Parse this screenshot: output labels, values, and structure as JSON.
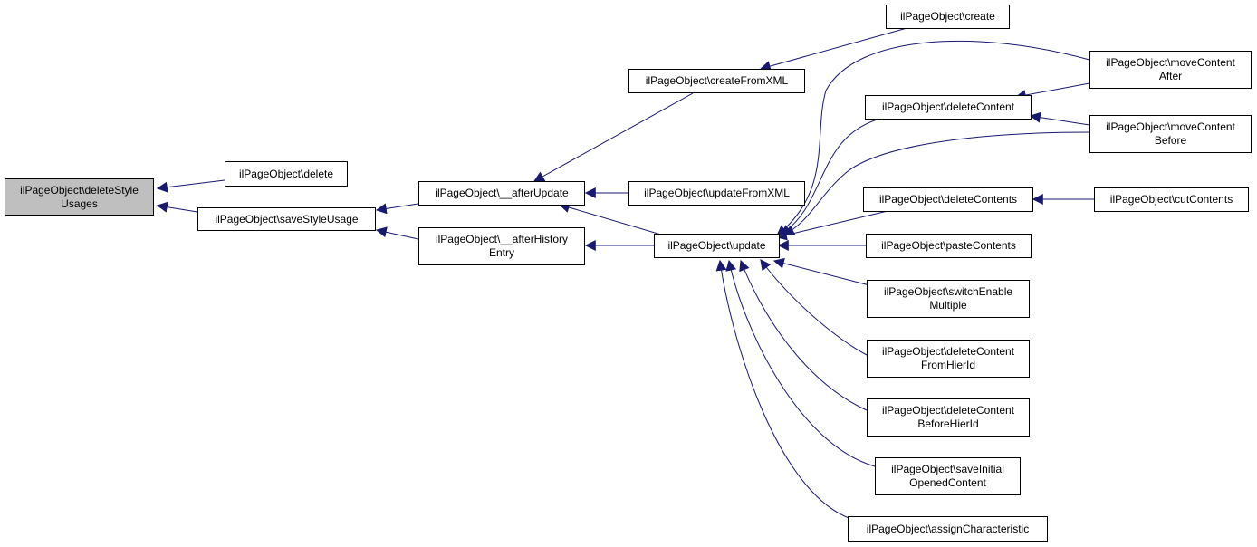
{
  "colors": {
    "edge": "#191970",
    "root_fill": "#bfbfbf",
    "node_fill": "#ffffff",
    "border": "#000000"
  },
  "nodes": {
    "deleteStyleUsages": [
      "ilPageObject\\deleteStyle",
      "Usages"
    ],
    "delete": [
      "ilPageObject\\delete"
    ],
    "saveStyleUsage": [
      "ilPageObject\\saveStyleUsage"
    ],
    "afterUpdate": [
      "ilPageObject\\__afterUpdate"
    ],
    "afterHistoryEntry": [
      "ilPageObject\\__afterHistory",
      "Entry"
    ],
    "createFromXML": [
      "ilPageObject\\createFromXML"
    ],
    "updateFromXML": [
      "ilPageObject\\updateFromXML"
    ],
    "update": [
      "ilPageObject\\update"
    ],
    "create": [
      "ilPageObject\\create"
    ],
    "deleteContent": [
      "ilPageObject\\deleteContent"
    ],
    "moveContentAfter": [
      "ilPageObject\\moveContent",
      "After"
    ],
    "moveContentBefore": [
      "ilPageObject\\moveContent",
      "Before"
    ],
    "deleteContents": [
      "ilPageObject\\deleteContents"
    ],
    "cutContents": [
      "ilPageObject\\cutContents"
    ],
    "pasteContents": [
      "ilPageObject\\pasteContents"
    ],
    "switchEnableMultiple": [
      "ilPageObject\\switchEnable",
      "Multiple"
    ],
    "deleteContentFromHierId": [
      "ilPageObject\\deleteContent",
      "FromHierId"
    ],
    "deleteContentBeforeHierId": [
      "ilPageObject\\deleteContent",
      "BeforeHierId"
    ],
    "saveInitialOpenedContent": [
      "ilPageObject\\saveInitial",
      "OpenedContent"
    ],
    "assignCharacteristic": [
      "ilPageObject\\assignCharacteristic"
    ]
  }
}
